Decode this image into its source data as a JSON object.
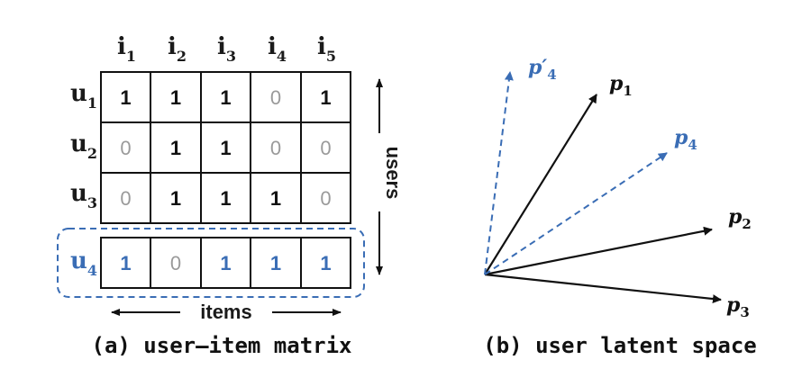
{
  "matrix": {
    "item_headers": [
      {
        "base": "i",
        "sub": "1"
      },
      {
        "base": "i",
        "sub": "2"
      },
      {
        "base": "i",
        "sub": "3"
      },
      {
        "base": "i",
        "sub": "4"
      },
      {
        "base": "i",
        "sub": "5"
      }
    ],
    "user_rows": [
      {
        "base": "u",
        "sub": "1",
        "values": [
          "1",
          "1",
          "1",
          "0",
          "1"
        ],
        "highlight": false
      },
      {
        "base": "u",
        "sub": "2",
        "values": [
          "0",
          "1",
          "1",
          "0",
          "0"
        ],
        "highlight": false
      },
      {
        "base": "u",
        "sub": "3",
        "values": [
          "0",
          "1",
          "1",
          "1",
          "0"
        ],
        "highlight": false
      },
      {
        "base": "u",
        "sub": "4",
        "values": [
          "1",
          "0",
          "1",
          "1",
          "1"
        ],
        "highlight": true
      }
    ],
    "users_axis_label": "users",
    "items_axis_label": "items",
    "caption": "(a) user–item matrix"
  },
  "latent": {
    "vectors": [
      {
        "base": "p",
        "sub": "1",
        "prime": false,
        "style": "solid"
      },
      {
        "base": "p",
        "sub": "2",
        "prime": false,
        "style": "solid"
      },
      {
        "base": "p",
        "sub": "3",
        "prime": false,
        "style": "solid"
      },
      {
        "base": "p",
        "sub": "4",
        "prime": false,
        "style": "dashed"
      },
      {
        "base": "p",
        "sub": "4",
        "prime": true,
        "style": "dashed"
      }
    ],
    "caption": "(b) user latent space"
  },
  "colors": {
    "black": "#111111",
    "blue": "#3a6db5",
    "zero_gray": "#9a9a9a"
  }
}
